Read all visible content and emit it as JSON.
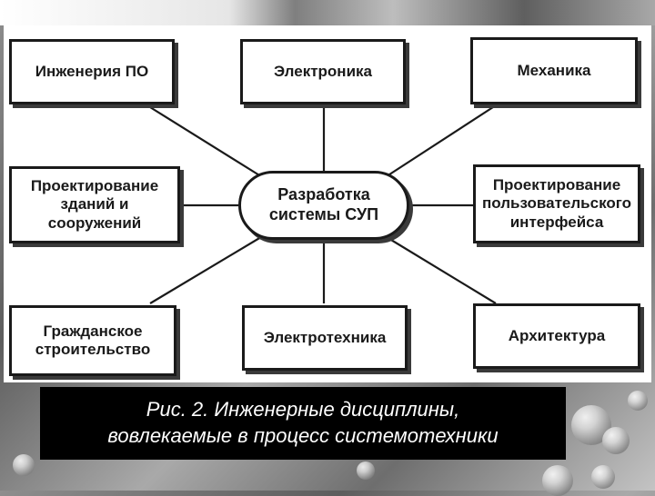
{
  "diagram": {
    "center": "Разработка\nсистемы СУП",
    "nodes": [
      {
        "id": "software",
        "label": "Инженерия ПО"
      },
      {
        "id": "electronics",
        "label": "Электроника"
      },
      {
        "id": "mechanics",
        "label": "Механика"
      },
      {
        "id": "buildings",
        "label": "Проектирование\nзданий и\nсооружений"
      },
      {
        "id": "ui",
        "label": "Проектирование\nпользовательского\nинтерфейса"
      },
      {
        "id": "civil",
        "label": "Гражданское\nстроительство"
      },
      {
        "id": "electrical",
        "label": "Электротехника"
      },
      {
        "id": "architecture",
        "label": "Архитектура"
      }
    ]
  },
  "caption": {
    "line1": "Рис. 2. Инженерные дисциплины,",
    "line2": "вовлекаемые в процесс системотехники"
  },
  "colors": {
    "border": "#1a1a1a",
    "caption_bg": "#000000",
    "caption_text": "#ffffff"
  }
}
